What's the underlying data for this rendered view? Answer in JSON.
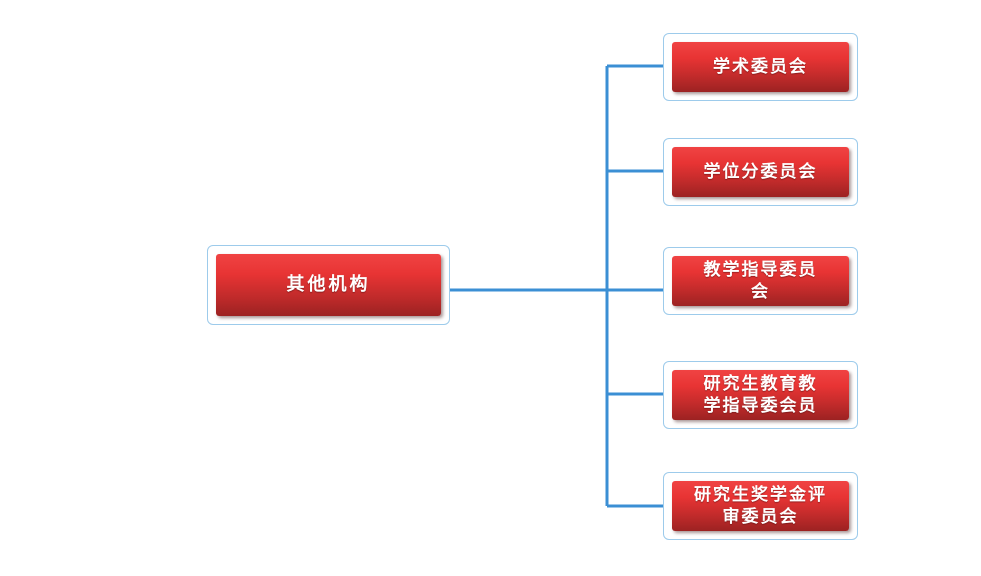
{
  "diagram": {
    "type": "organization-chart",
    "orientation": "left-to-right",
    "background_color": "#ffffff",
    "connector_color": "#3b8fd4",
    "node_frame_color": "#9dcbeb",
    "node_fill_top_color": "#f04343",
    "node_fill_bottom_color": "#9c2222",
    "node_text_color": "#ffffff",
    "root": {
      "id": "root",
      "label": "其他机构"
    },
    "children": [
      {
        "id": "child-1",
        "label": "学术委员会"
      },
      {
        "id": "child-2",
        "label": "学位分委员会"
      },
      {
        "id": "child-3",
        "label": "教学指导委员\n会"
      },
      {
        "id": "child-4",
        "label": "研究生教育教\n学指导委会员"
      },
      {
        "id": "child-5",
        "label": "研究生奖学金评\n审委员会"
      }
    ]
  }
}
